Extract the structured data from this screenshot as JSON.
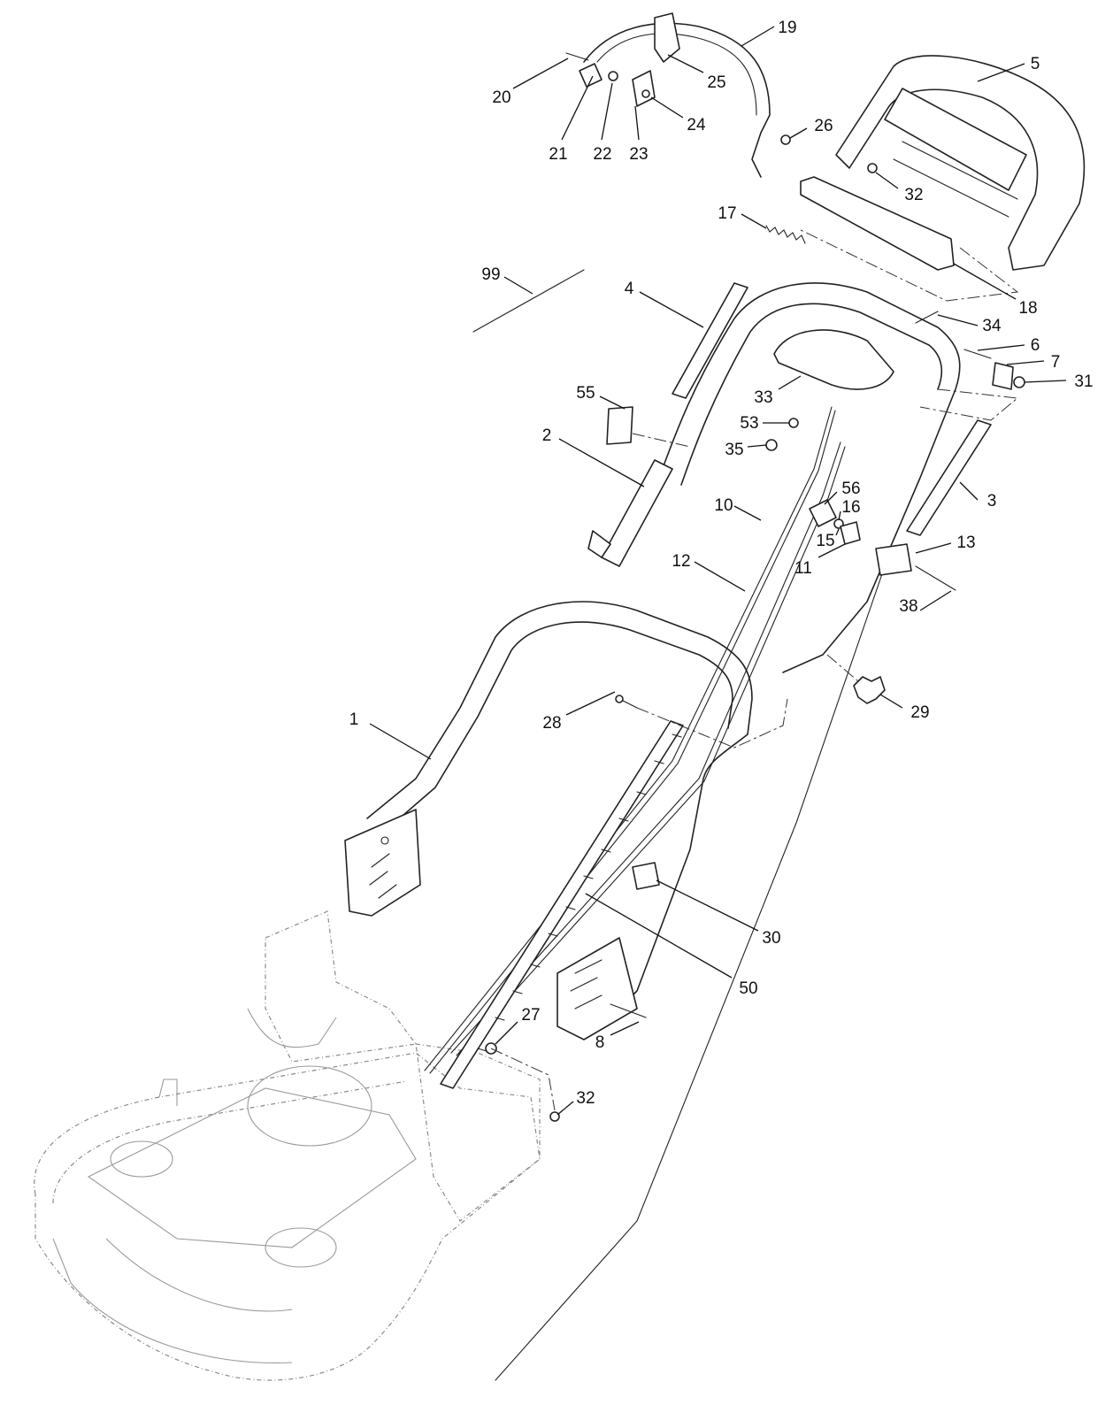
{
  "callouts": [
    {
      "id": "c1",
      "label": "1"
    },
    {
      "id": "c2",
      "label": "2"
    },
    {
      "id": "c3",
      "label": "3"
    },
    {
      "id": "c4",
      "label": "4"
    },
    {
      "id": "c5",
      "label": "5"
    },
    {
      "id": "c6",
      "label": "6"
    },
    {
      "id": "c7",
      "label": "7"
    },
    {
      "id": "c8",
      "label": "8"
    },
    {
      "id": "c10",
      "label": "10"
    },
    {
      "id": "c11",
      "label": "11"
    },
    {
      "id": "c12",
      "label": "12"
    },
    {
      "id": "c13",
      "label": "13"
    },
    {
      "id": "c15",
      "label": "15"
    },
    {
      "id": "c16",
      "label": "16"
    },
    {
      "id": "c17",
      "label": "17"
    },
    {
      "id": "c18",
      "label": "18"
    },
    {
      "id": "c19",
      "label": "19"
    },
    {
      "id": "c20",
      "label": "20"
    },
    {
      "id": "c21",
      "label": "21"
    },
    {
      "id": "c22",
      "label": "22"
    },
    {
      "id": "c23",
      "label": "23"
    },
    {
      "id": "c24",
      "label": "24"
    },
    {
      "id": "c25",
      "label": "25"
    },
    {
      "id": "c26",
      "label": "26"
    },
    {
      "id": "c27",
      "label": "27"
    },
    {
      "id": "c28",
      "label": "28"
    },
    {
      "id": "c29",
      "label": "29"
    },
    {
      "id": "c30",
      "label": "30"
    },
    {
      "id": "c31",
      "label": "31"
    },
    {
      "id": "c32a",
      "label": "32"
    },
    {
      "id": "c32b",
      "label": "32"
    },
    {
      "id": "c33",
      "label": "33"
    },
    {
      "id": "c34",
      "label": "34"
    },
    {
      "id": "c35",
      "label": "35"
    },
    {
      "id": "c38",
      "label": "38"
    },
    {
      "id": "c50",
      "label": "50"
    },
    {
      "id": "c53",
      "label": "53"
    },
    {
      "id": "c55",
      "label": "55"
    },
    {
      "id": "c56",
      "label": "56"
    },
    {
      "id": "c99",
      "label": "99"
    }
  ]
}
